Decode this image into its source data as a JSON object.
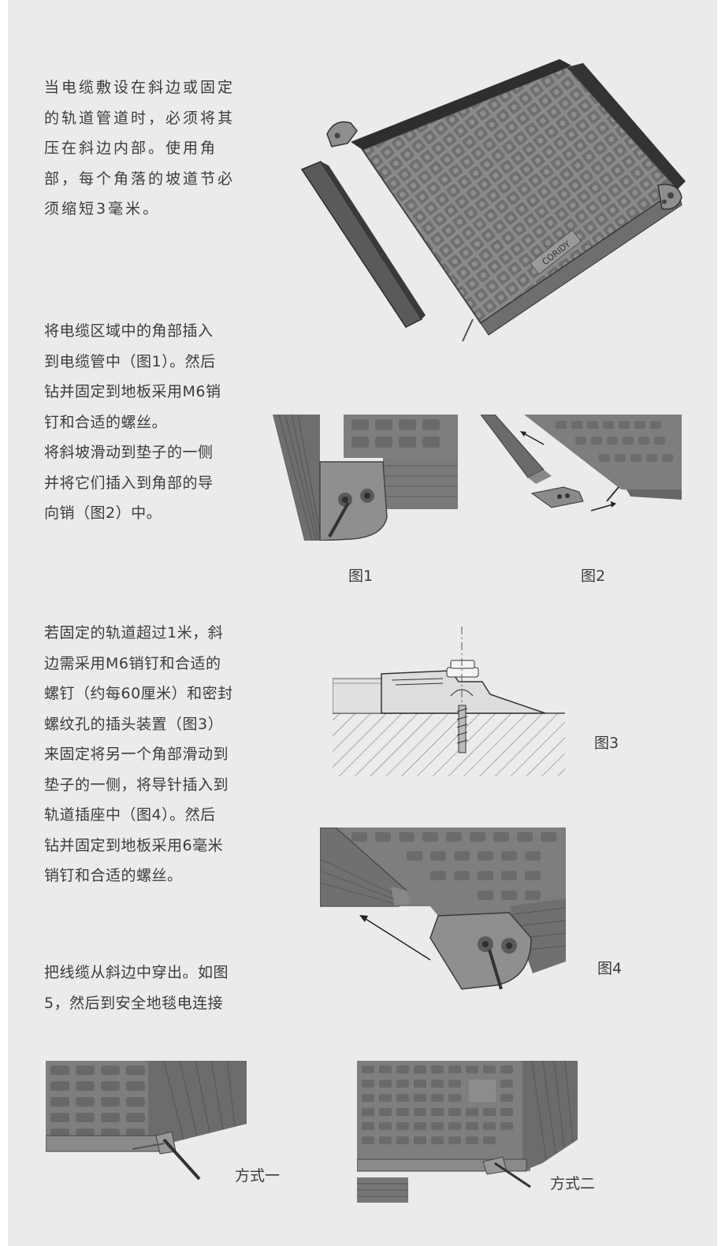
{
  "paragraphs": {
    "p1": "当电缆敷设在斜边或固定\n的轨道管道时，必须将其\n压在斜边内部。使用角\n部，每个角落的坡道节必\n须缩短3毫米。",
    "p2": "将电缆区域中的角部插入\n到电缆管中（图1）。然后\n钻并固定到地板采用M6销\n钉和合适的螺丝。\n将斜坡滑动到垫子的一侧\n并将它们插入到角部的导\n向销（图2）中。",
    "p3": "若固定的轨道超过1米，斜\n边需采用M6销钉和合适的\n螺钉（约每60厘米）和密封\n螺纹孔的插头装置（图3）\n来固定将另一个角部滑动到\n垫子的一侧，将导针插入到\n轨道插座中（图4）。然后\n钻并固定到地板采用6毫米\n销钉和合适的螺丝。",
    "p4": "把线缆从斜边中穿出。如图\n5，然后到安全地毯电连接"
  },
  "captions": {
    "fig1": "图1",
    "fig2": "图2",
    "fig3": "图3",
    "fig4": "图4",
    "method1": "方式一",
    "method2": "方式二"
  },
  "brand_mark": "CORIDY",
  "colors": {
    "background": "#ebebeb",
    "text": "#3c3c3c",
    "mat": "#7a7a7a",
    "ramp_dark": "#3a3a3a"
  }
}
